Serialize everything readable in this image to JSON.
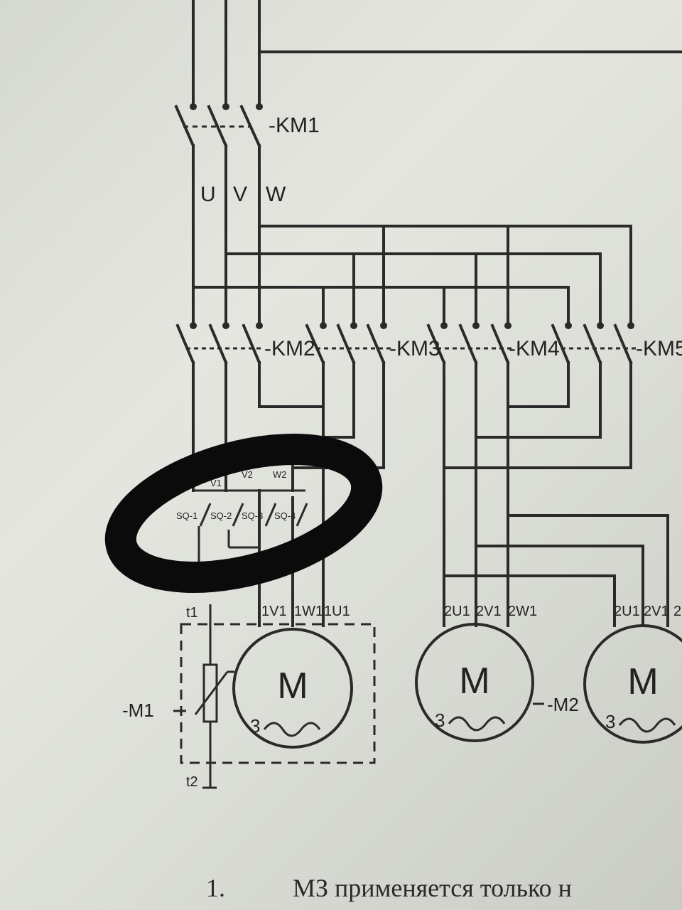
{
  "contactors": {
    "km1": "-KM1",
    "km2": "-KM2",
    "km3": "-KM3",
    "km4": "-KM4",
    "km5": "-KM5"
  },
  "phases": {
    "u": "U",
    "v": "V",
    "w": "W"
  },
  "motor1": {
    "tag": "-M1",
    "letter": "M",
    "phase_count": "3",
    "terminals": [
      "1V1",
      "1W1",
      "1U1"
    ],
    "sensor_top": "t1",
    "sensor_bottom": "t2",
    "winding_labels": [
      "V1",
      "V2",
      "W2"
    ],
    "switch_labels": [
      "SQ-1",
      "SQ-2",
      "SQ-3",
      "SQ-4"
    ]
  },
  "motor2": {
    "tag": "-M2",
    "letter": "M",
    "phase_count": "3",
    "terminals": [
      "2U1",
      "2V1",
      "2W1"
    ]
  },
  "motor3": {
    "letter": "M",
    "phase_count": "3",
    "terminals": [
      "2U1",
      "2V1",
      "2"
    ]
  },
  "footer": {
    "number": "1.",
    "text": "МЗ применяется только н"
  }
}
